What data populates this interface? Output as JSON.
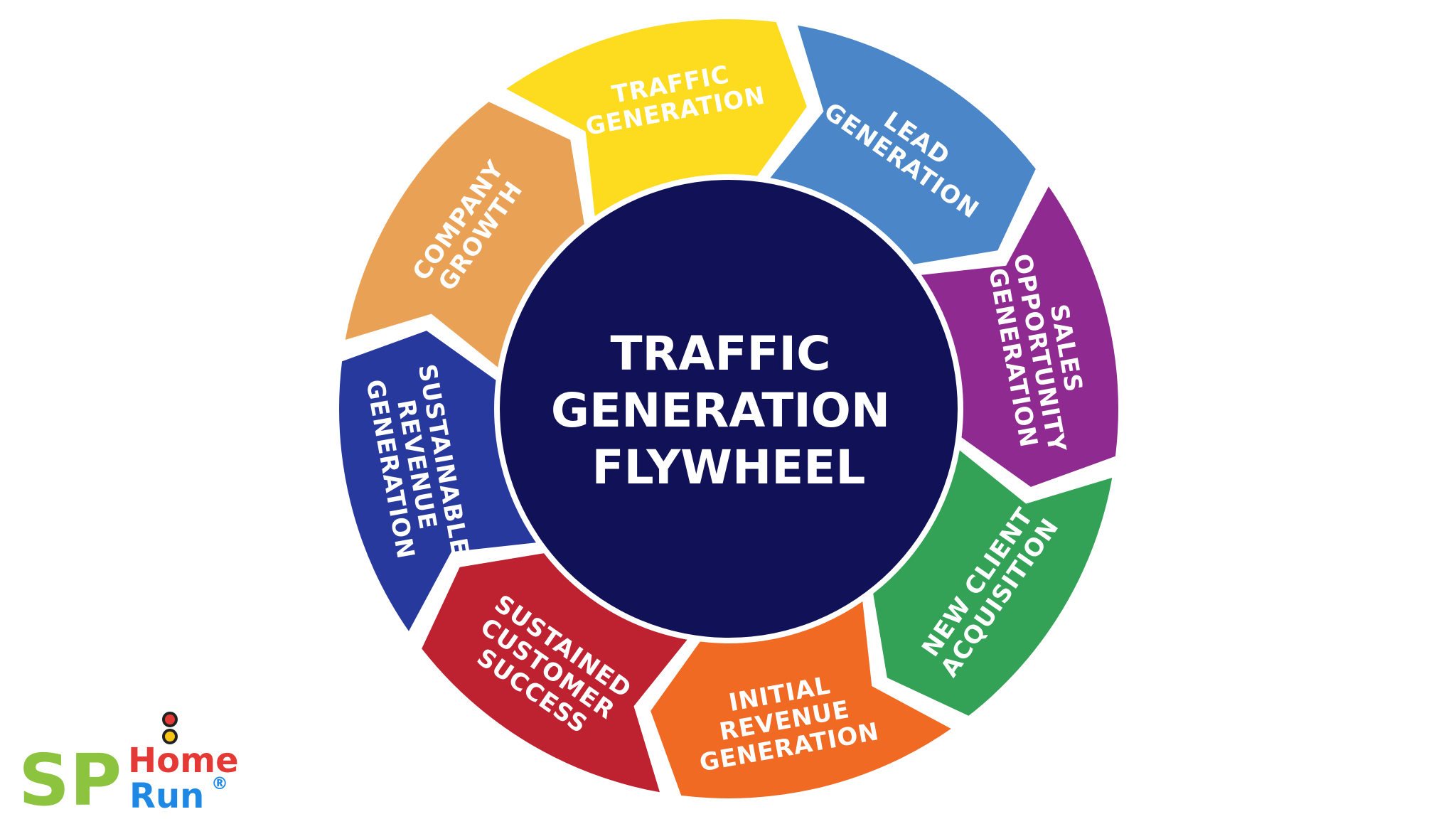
{
  "hub": {
    "title_lines": [
      "TRAFFIC",
      "GENERATION",
      "FLYWHEEL"
    ],
    "color": "#111158"
  },
  "segments": [
    {
      "label_lines": [
        "TRAFFIC",
        "GENERATION"
      ],
      "color": "#fddc1f",
      "text_color": "#1a1a5c"
    },
    {
      "label_lines": [
        "LEAD",
        "GENERATION"
      ],
      "color": "#4a86c8",
      "text_color": "#ffffff"
    },
    {
      "label_lines": [
        "SALES",
        "OPPORTUNITY",
        "GENERATION"
      ],
      "color": "#8e2a90",
      "text_color": "#ffffff"
    },
    {
      "label_lines": [
        "NEW CLIENT",
        "ACQUISITION"
      ],
      "color": "#33a257",
      "text_color": "#ffffff"
    },
    {
      "label_lines": [
        "INITIAL",
        "REVENUE",
        "GENERATION"
      ],
      "color": "#f06a24",
      "text_color": "#ffffff"
    },
    {
      "label_lines": [
        "SUSTAINED",
        "CUSTOMER",
        "SUCCESS"
      ],
      "color": "#be2130",
      "text_color": "#ffffff"
    },
    {
      "label_lines": [
        "SUSTAINABLE",
        "REVENUE",
        "GENERATION"
      ],
      "color": "#28399e",
      "text_color": "#ffffff"
    },
    {
      "label_lines": [
        "COMPANY",
        "GROWTH"
      ],
      "color": "#e9a255",
      "text_color": "#ffffff"
    }
  ],
  "logo": {
    "sp": "SP",
    "home": "Home",
    "run": "Run",
    "registered": "®",
    "colors": {
      "sp": "#8cc43f",
      "home": "#e53935",
      "run": "#1e88e5",
      "light_red": "#e53935",
      "light_yellow": "#f9c513",
      "light_green": "#43a047"
    }
  }
}
